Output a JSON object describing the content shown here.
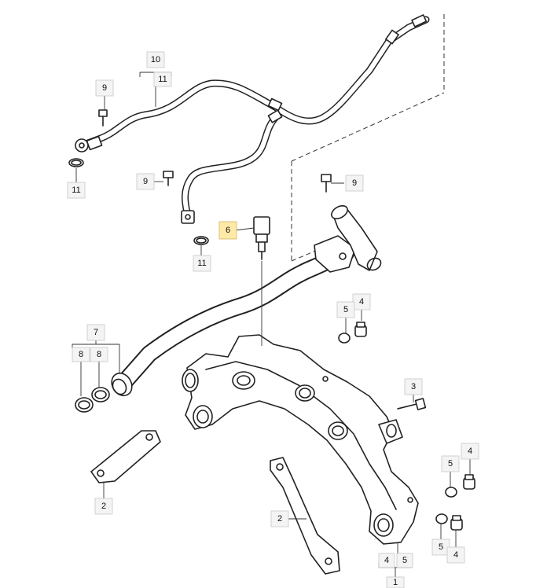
{
  "diagram": {
    "title": "Coolant pipe and water manifold assembly",
    "highlight_color": "#ffe9a6",
    "line_color": "#222222"
  },
  "callouts": {
    "c10_top": "10",
    "c11_top": "11",
    "c9_left": "9",
    "c11_left": "11",
    "c9_mid": "9",
    "c11_mid": "11",
    "c6": "6",
    "c9_right": "9",
    "c4_mid": "4",
    "c5_mid": "5",
    "c7": "7",
    "c8_a": "8",
    "c8_b": "8",
    "c3": "3",
    "c2_left": "2",
    "c2_center": "2",
    "c5_low_a": "5",
    "c4_low_a": "4",
    "c5_low_b": "5",
    "c4_low_b": "4",
    "c4_bottom": "4",
    "c5_bottom": "5",
    "c1": "1"
  }
}
